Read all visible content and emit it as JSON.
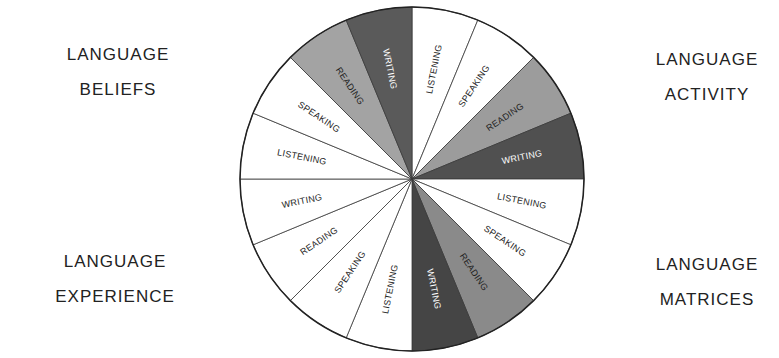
{
  "diagram": {
    "labels": [
      "LANGUAGE BELIEFS",
      "LANGUAGE ACTIVITY",
      "LANGUAGE EXPERIENCE",
      "LANGUAGE MATRICES",
      "LISTENING",
      "SPEAKING",
      "READING",
      "WRITING",
      "LISTENING",
      "SPEAKING",
      "READING",
      "WRITING",
      "LISTENING",
      "SPEAKING",
      "READING",
      "WRITING",
      "LISTENING",
      "SPEAKING",
      "READING",
      "WRITING"
    ]
  }
}
